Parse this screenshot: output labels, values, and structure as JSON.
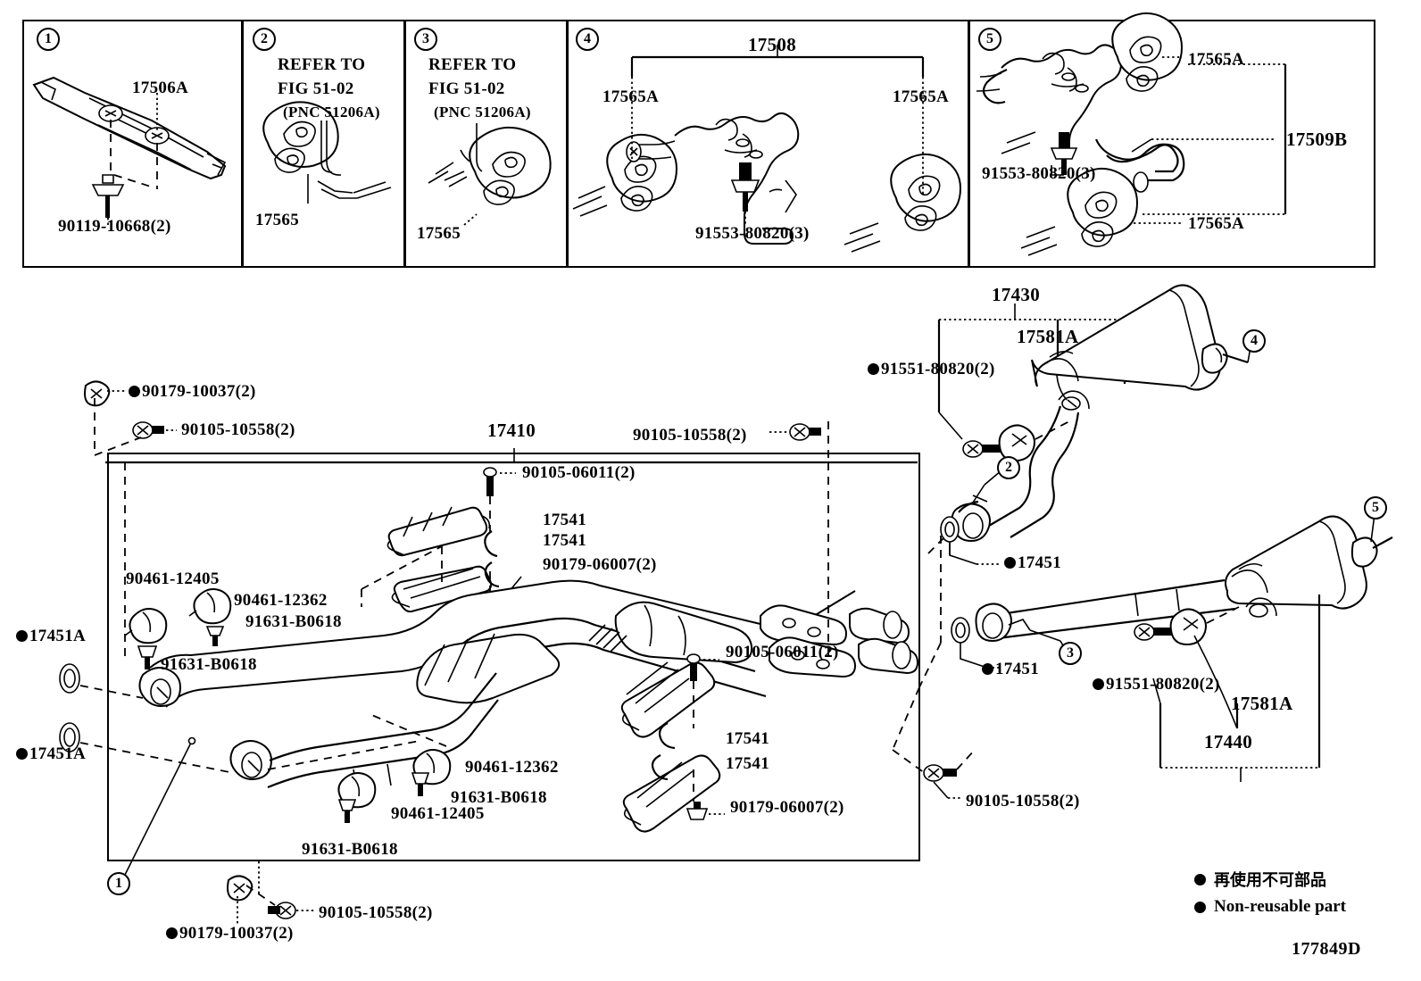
{
  "figure": {
    "code": "177849D",
    "legend": [
      {
        "text": "再使用不可部品",
        "lang": "ja"
      },
      {
        "text": "Non-reusable part",
        "lang": "en"
      }
    ]
  },
  "top_panels": [
    {
      "number": "1",
      "labels": [
        {
          "id": "p1-17506a",
          "text": "17506A"
        },
        {
          "id": "p1-90119",
          "text": "90119-10668(2)"
        }
      ]
    },
    {
      "number": "2",
      "labels": [
        {
          "id": "p2-refer1",
          "text": "REFER TO"
        },
        {
          "id": "p2-refer2",
          "text": "FIG 51-02"
        },
        {
          "id": "p2-refer3",
          "text": "(PNC 51206A)"
        },
        {
          "id": "p2-17565",
          "text": "17565"
        }
      ]
    },
    {
      "number": "3",
      "labels": [
        {
          "id": "p3-refer1",
          "text": "REFER TO"
        },
        {
          "id": "p3-refer2",
          "text": "FIG 51-02"
        },
        {
          "id": "p3-refer3",
          "text": "(PNC 51206A)"
        },
        {
          "id": "p3-17565",
          "text": "17565"
        }
      ]
    },
    {
      "number": "4",
      "labels": [
        {
          "id": "p4-17508",
          "text": "17508"
        },
        {
          "id": "p4-17565a-left",
          "text": "17565A"
        },
        {
          "id": "p4-17565a-right",
          "text": "17565A"
        },
        {
          "id": "p4-91553",
          "text": "91553-80820(3)"
        }
      ]
    },
    {
      "number": "5",
      "labels": [
        {
          "id": "p5-17565a-top",
          "text": "17565A"
        },
        {
          "id": "p5-17565a-bot",
          "text": "17565A"
        },
        {
          "id": "p5-17509b",
          "text": "17509B"
        },
        {
          "id": "p5-91553",
          "text": "91553-80820(3)"
        }
      ]
    }
  ],
  "main": {
    "callouts": [
      {
        "id": "callout-1",
        "text": "1"
      },
      {
        "id": "callout-2",
        "text": "2"
      },
      {
        "id": "callout-3",
        "text": "3"
      },
      {
        "id": "callout-4",
        "text": "4"
      },
      {
        "id": "callout-5",
        "text": "5"
      }
    ],
    "labels": [
      {
        "id": "m-17430",
        "text": "17430",
        "bullet": false
      },
      {
        "id": "m-17581a-top",
        "text": "17581A",
        "bullet": false
      },
      {
        "id": "m-91551-top",
        "text": "91551-80820(2)",
        "bullet": true
      },
      {
        "id": "m-17440",
        "text": "17440",
        "bullet": false
      },
      {
        "id": "m-17581a-bot",
        "text": "17581A",
        "bullet": false
      },
      {
        "id": "m-91551-bot",
        "text": "91551-80820(2)",
        "bullet": true
      },
      {
        "id": "m-17451-top",
        "text": "17451",
        "bullet": true
      },
      {
        "id": "m-17451-bot",
        "text": "17451",
        "bullet": true
      },
      {
        "id": "m-17410",
        "text": "17410",
        "bullet": false
      },
      {
        "id": "m-90179-10037-top",
        "text": "90179-10037(2)",
        "bullet": true
      },
      {
        "id": "m-90105-10558-tl",
        "text": "90105-10558(2)",
        "bullet": false
      },
      {
        "id": "m-90105-10558-tr",
        "text": "90105-10558(2)",
        "bullet": false
      },
      {
        "id": "m-90105-06011-top",
        "text": "90105-06011(2)",
        "bullet": false
      },
      {
        "id": "m-17541-a",
        "text": "17541",
        "bullet": false
      },
      {
        "id": "m-17541-b",
        "text": "17541",
        "bullet": false
      },
      {
        "id": "m-90179-06007-top",
        "text": "90179-06007(2)",
        "bullet": false
      },
      {
        "id": "m-90461-12405-top",
        "text": "90461-12405",
        "bullet": false
      },
      {
        "id": "m-90461-12362-top",
        "text": "90461-12362",
        "bullet": false
      },
      {
        "id": "m-91631-b0618-tr",
        "text": "91631-B0618",
        "bullet": false
      },
      {
        "id": "m-91631-b0618-tl",
        "text": "91631-B0618",
        "bullet": false
      },
      {
        "id": "m-17451a-top",
        "text": "17451A",
        "bullet": true
      },
      {
        "id": "m-17451a-bot",
        "text": "17451A",
        "bullet": true
      },
      {
        "id": "m-90105-06011-bot",
        "text": "90105-06011(2)",
        "bullet": false
      },
      {
        "id": "m-17541-c",
        "text": "17541",
        "bullet": false
      },
      {
        "id": "m-17541-d",
        "text": "17541",
        "bullet": false
      },
      {
        "id": "m-90179-06007-bot",
        "text": "90179-06007(2)",
        "bullet": false
      },
      {
        "id": "m-90461-12362-bot",
        "text": "90461-12362",
        "bullet": false
      },
      {
        "id": "m-91631-b0618-bc",
        "text": "91631-B0618",
        "bullet": false
      },
      {
        "id": "m-90461-12405-bot",
        "text": "90461-12405",
        "bullet": false
      },
      {
        "id": "m-91631-b0618-bl",
        "text": "91631-B0618",
        "bullet": false
      },
      {
        "id": "m-90105-10558-br",
        "text": "90105-10558(2)",
        "bullet": false
      },
      {
        "id": "m-90105-10558-bc",
        "text": "90105-10558(2)",
        "bullet": false
      },
      {
        "id": "m-90179-10037-bot",
        "text": "90179-10037(2)",
        "bullet": true
      }
    ]
  }
}
